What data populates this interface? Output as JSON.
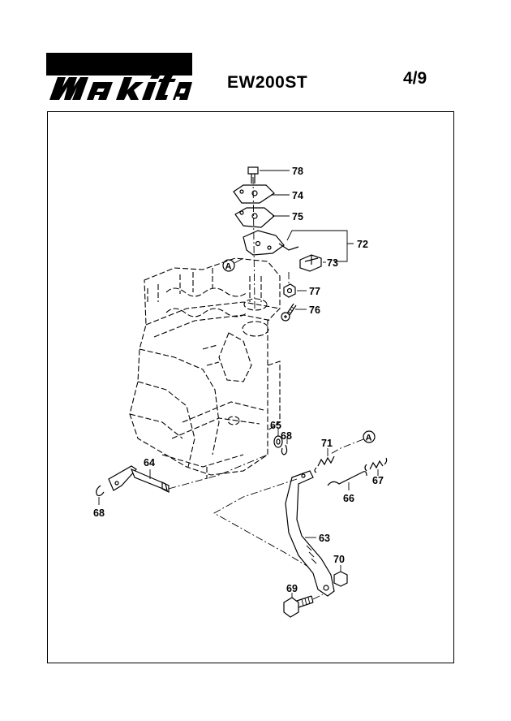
{
  "header": {
    "brand": "makita",
    "model": "EW200ST",
    "page": "4/9"
  },
  "diagram": {
    "callouts": {
      "p78": "78",
      "p74": "74",
      "p75": "75",
      "p72": "72",
      "p73": "73",
      "p77": "77",
      "p76": "76",
      "p65": "65",
      "p68a": "68",
      "p71": "71",
      "p67": "67",
      "p66": "66",
      "p64": "64",
      "p68b": "68",
      "p63": "63",
      "p70": "70",
      "p69": "69"
    },
    "reference_marker": "A"
  }
}
